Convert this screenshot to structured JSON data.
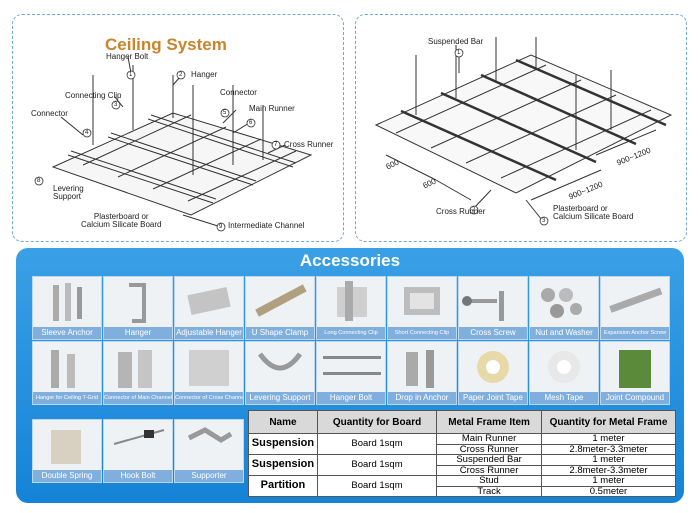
{
  "ceiling": {
    "title": "Ceiling System",
    "labels": {
      "hanger_bolt": "Hanger Bolt",
      "hanger": "Hanger",
      "connecting_clip": "Connecting Clip",
      "connector_left": "Connector",
      "connector_right": "Connector",
      "main_runner": "Main Runner",
      "cross_runner": "Cross Runner",
      "levering_support": "Levering\nSupport",
      "plasterboard": "Plasterboard or\nCalcium Silicate Board",
      "intermediate_channel": "Intermediate Channel",
      "n1": "1",
      "n2": "2",
      "n3": "3",
      "n4": "4",
      "n5": "5",
      "n6": "6",
      "n7": "7",
      "n8": "8",
      "n9": "9"
    }
  },
  "suspended": {
    "labels": {
      "suspended_bar": "Suspended Bar",
      "cross_runner": "Cross Runner",
      "plasterboard": "Plasterboard or\nCalcium Silicate Board",
      "d600a": "600",
      "d600b": "600",
      "d900a": "900~1200",
      "d900b": "900~1200",
      "n1": "1",
      "n2": "2",
      "n3": "3"
    }
  },
  "accessories": {
    "title": "Accessories",
    "tiles": [
      {
        "caption": "Sleeve Anchor",
        "icon": "sleeve-anchor-icon"
      },
      {
        "caption": "Hanger",
        "icon": "hanger-icon"
      },
      {
        "caption": "Adjustable Hanger",
        "icon": "adjustable-hanger-icon"
      },
      {
        "caption": "U Shape Clamp",
        "icon": "u-shape-clamp-icon"
      },
      {
        "caption": "Long Connecting Clip",
        "icon": "long-connecting-clip-icon"
      },
      {
        "caption": "Short Connecting Clip",
        "icon": "short-connecting-clip-icon"
      },
      {
        "caption": "Cross Screw",
        "icon": "cross-screw-icon"
      },
      {
        "caption": "Nut and Washer",
        "icon": "nut-washer-icon"
      },
      {
        "caption": "Expansion Anchor Screw",
        "icon": "expansion-anchor-icon"
      },
      {
        "caption": "Hanger for Ceiling T-Grid",
        "icon": "t-grid-hanger-icon"
      },
      {
        "caption": "Connector of Main Channel",
        "icon": "main-channel-connector-icon"
      },
      {
        "caption": "Connector of Cross Channel",
        "icon": "cross-channel-connector-icon"
      },
      {
        "caption": "Levering Support",
        "icon": "levering-support-icon"
      },
      {
        "caption": "Hanger Bolt",
        "icon": "hanger-bolt-icon"
      },
      {
        "caption": "Drop in Anchor",
        "icon": "drop-in-anchor-icon"
      },
      {
        "caption": "Paper Joint Tape",
        "icon": "paper-tape-icon"
      },
      {
        "caption": "Mesh Tape",
        "icon": "mesh-tape-icon"
      },
      {
        "caption": "Joint Compound",
        "icon": "joint-compound-icon"
      },
      {
        "caption": "Double Spring",
        "icon": "double-spring-icon"
      },
      {
        "caption": "Hook Bolt",
        "icon": "hook-bolt-icon"
      },
      {
        "caption": "Supporter",
        "icon": "supporter-icon"
      }
    ]
  },
  "table": {
    "headers": [
      "Name",
      "Quantity for Board",
      "Metal Frame Item",
      "Quantity for Metal Frame"
    ],
    "groups": [
      {
        "name": "Suspension",
        "qty": "Board 1sqm",
        "items": [
          {
            "item": "Main Runner",
            "q": "1 meter"
          },
          {
            "item": "Cross Runner",
            "q": "2.8meter-3.3meter"
          }
        ]
      },
      {
        "name": "Suspension",
        "qty": "Board 1sqm",
        "items": [
          {
            "item": "Suspended Bar",
            "q": "1 meter"
          },
          {
            "item": "Cross Runner",
            "q": "2.8meter-3.3meter"
          }
        ]
      },
      {
        "name": "Partition",
        "qty": "Board 1sqm",
        "items": [
          {
            "item": "Stud",
            "q": "1 meter"
          },
          {
            "item": "Track",
            "q": "0.5meter"
          }
        ]
      }
    ]
  }
}
